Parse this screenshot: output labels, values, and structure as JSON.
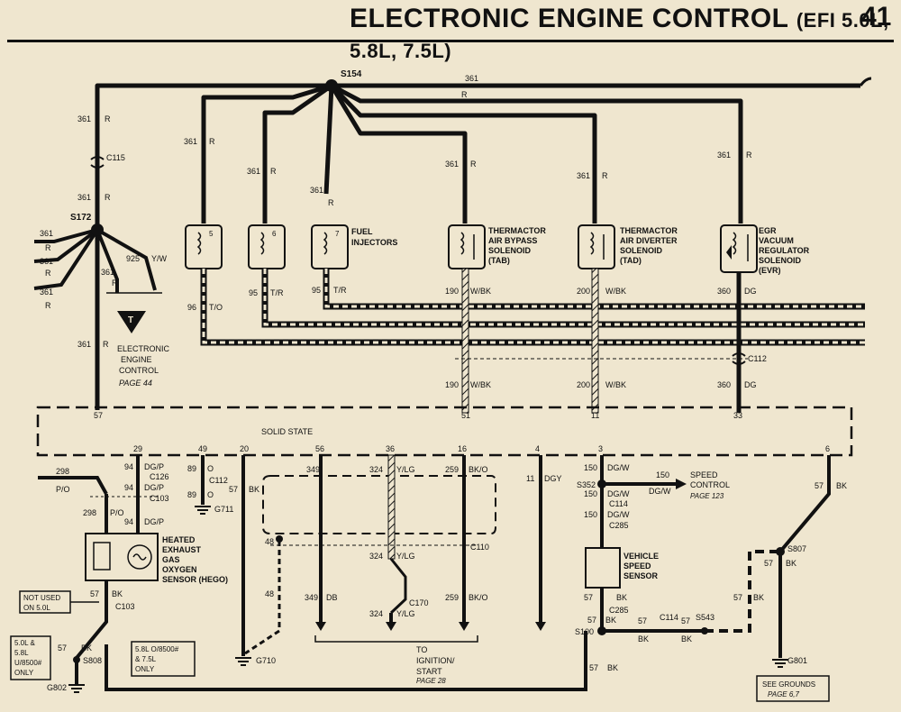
{
  "header": {
    "title": "ELECTRONIC ENGINE CONTROL",
    "subtitle": "(EFI 5.0L, 5.8L, 7.5L)",
    "page_number": "41"
  },
  "splices": {
    "s154": "S154",
    "s172": "S172",
    "s352": "S352",
    "s100": "S100",
    "s543": "S543",
    "s807": "S807",
    "s808": "S808"
  },
  "connectors": {
    "c115": "C115",
    "c112_top": "C112",
    "c126": "C126",
    "c103_a": "C103",
    "c112_b": "C112",
    "c110": "C110",
    "c170": "C170",
    "c114_a": "C114",
    "c285_a": "C285",
    "c285_b": "C285",
    "c103_b": "C103",
    "c114_b": "C114"
  },
  "grounds": {
    "g711": "G711",
    "g710": "G710",
    "g801": "G801",
    "g802": "G802"
  },
  "components": {
    "fuel_injectors": [
      "FUEL",
      "INJECTORS"
    ],
    "thermactor_bypass": [
      "THERMACTOR",
      "AIR BYPASS",
      "SOLENOID",
      "(TAB)"
    ],
    "thermactor_diverter": [
      "THERMACTOR",
      "AIR DIVERTER",
      "SOLENOID",
      "(TAD)"
    ],
    "egr_regulator": [
      "EGR",
      "VACUUM",
      "REGULATOR",
      "SOLENOID",
      "(EVR)"
    ],
    "hego_sensor": [
      "HEATED",
      "EXHAUST",
      "GAS",
      "OXYGEN",
      "SENSOR (HEGO)"
    ],
    "vehicle_speed_sensor": [
      "VEHICLE",
      "SPEED",
      "SENSOR"
    ],
    "solid_state": "SOLID STATE",
    "injector_numbers": [
      "5",
      "6",
      "7"
    ]
  },
  "references": {
    "eec": [
      "ELECTRONIC",
      "ENGINE",
      "CONTROL"
    ],
    "eec_page": "PAGE 44",
    "t_marker": "T",
    "speed_control": [
      "SPEED",
      "CONTROL"
    ],
    "speed_control_page": "PAGE 123",
    "ignition": [
      "TO",
      "IGNITION/",
      "START"
    ],
    "ignition_page": "PAGE 28",
    "grounds_ref": "SEE GROUNDS",
    "grounds_page": "PAGE 6,7"
  },
  "notes": {
    "not_used": [
      "NOT USED",
      "ON 5.0L"
    ],
    "engines_left": [
      "5.0L &",
      "5.8L",
      "U/8500#",
      "ONLY"
    ],
    "engines_right": [
      "5.8L O/8500#",
      "& 7.5L",
      "ONLY"
    ]
  },
  "pins": [
    "57",
    "51",
    "11",
    "33",
    "29",
    "49",
    "20",
    "56",
    "36",
    "16",
    "4",
    "3",
    "6"
  ],
  "wires": {
    "w361": "361",
    "r": "R",
    "w925": "925",
    "yw": "Y/W",
    "w96": "96",
    "to": "T/O",
    "w95": "95",
    "tr": "T/R",
    "w190": "190",
    "wbk": "W/BK",
    "w200": "200",
    "w360": "360",
    "dg": "DG",
    "w298": "298",
    "po": "P/O",
    "w94": "94",
    "dgp": "DG/P",
    "w89": "89",
    "o": "O",
    "w57": "57",
    "bk": "BK",
    "w349": "349",
    "db": "DB",
    "w324": "324",
    "ylg": "Y/LG",
    "w259": "259",
    "bko": "BK/O",
    "w11": "11",
    "dgy": "DGY",
    "w150": "150",
    "dgw": "DG/W",
    "w48": "48"
  }
}
